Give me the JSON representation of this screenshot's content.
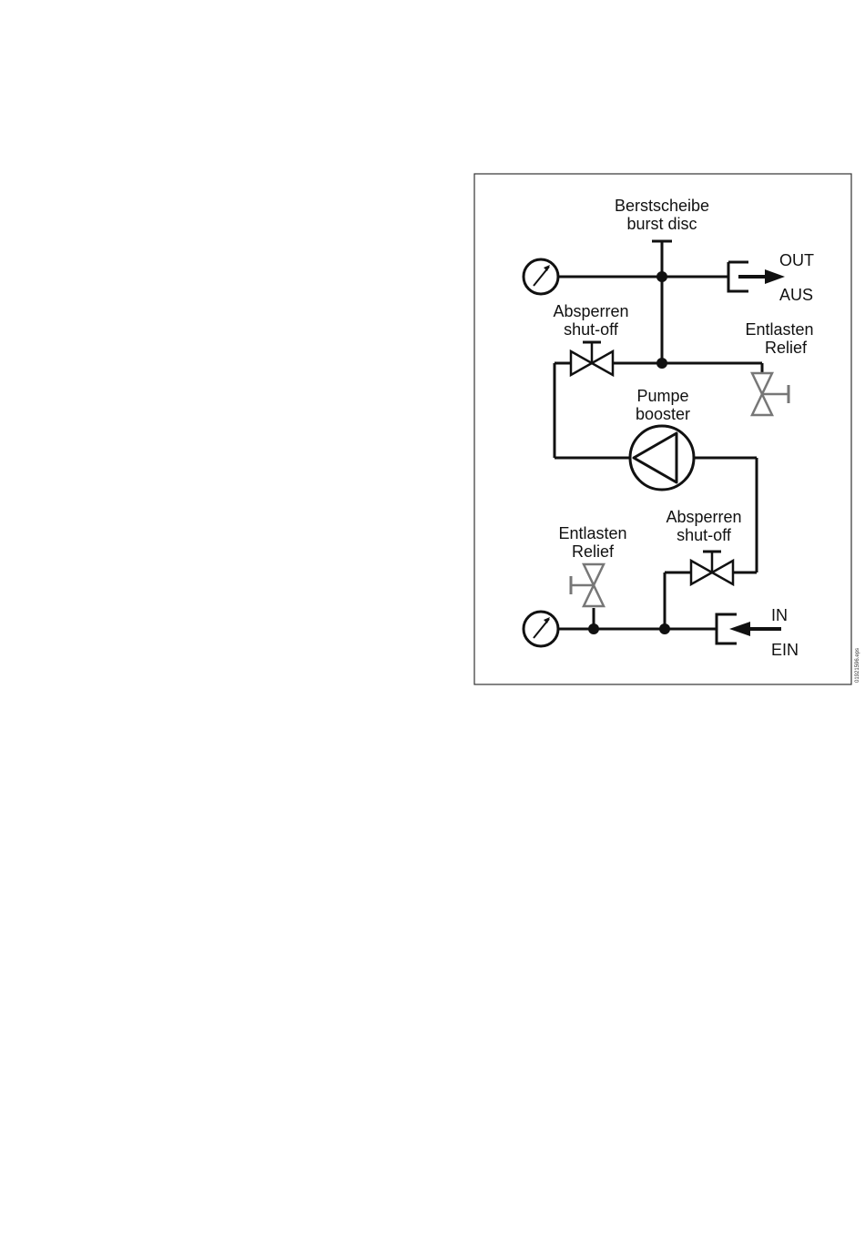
{
  "labels": {
    "burst_disc_de": "Berstscheibe",
    "burst_disc_en": "burst disc",
    "out_en": "OUT",
    "out_de": "AUS",
    "shutoff_top_de": "Absperren",
    "shutoff_top_en": "shut-off",
    "relief_top_de": "Entlasten",
    "relief_top_en": "Relief",
    "pump_de": "Pumpe",
    "pump_en": "booster",
    "shutoff_bottom_de": "Absperren",
    "shutoff_bottom_en": "shut-off",
    "relief_bottom_de": "Entlasten",
    "relief_bottom_en": "Relief",
    "in_en": "IN",
    "in_de": "EIN"
  },
  "doc_id": "01921596.eps",
  "colors": {
    "line": "#111111",
    "relief_valve": "#777777",
    "frame": "#333333"
  }
}
